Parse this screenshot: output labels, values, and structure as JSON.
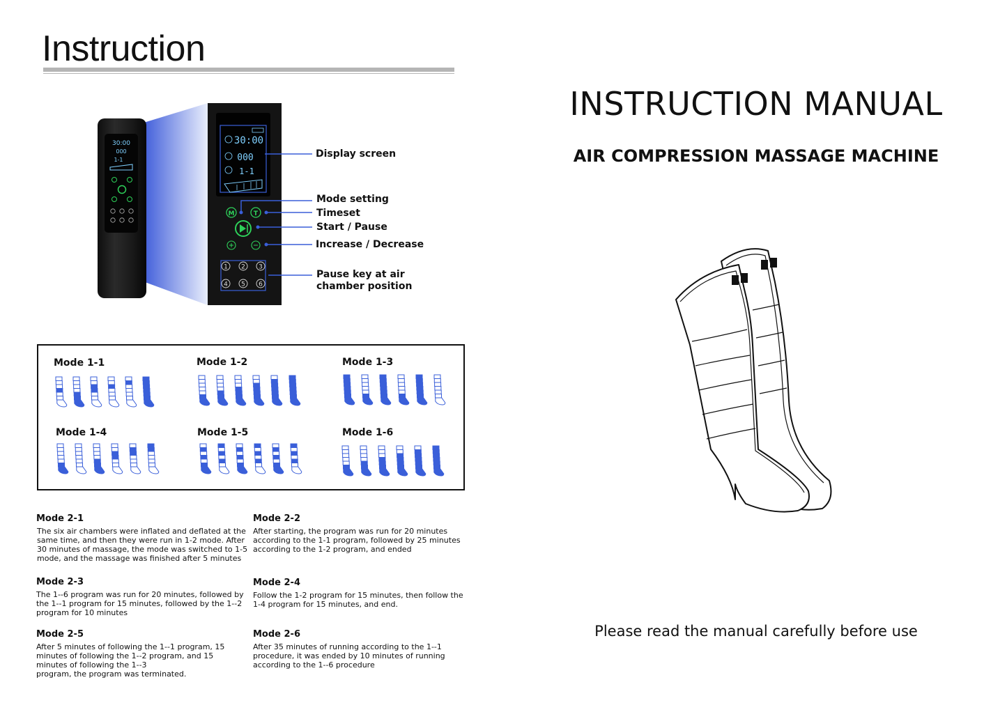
{
  "page": {
    "title": "Instruction",
    "manual_title": "INSTRUCTION MANUAL",
    "manual_subtitle": "AIR COMPRESSION MASSAGE MACHINE",
    "note": "Please read the manual carefully before use"
  },
  "device": {
    "lcd_time": "30:00",
    "lcd_pressure": "000",
    "lcd_mode": "1-1",
    "buttons": [
      "1",
      "2",
      "3",
      "4",
      "5",
      "6"
    ],
    "mode_key": "M",
    "time_key": "T"
  },
  "callouts": [
    {
      "label": "Display screen"
    },
    {
      "label": "Mode setting"
    },
    {
      "label": "Timeset"
    },
    {
      "label": "Start / Pause"
    },
    {
      "label": "Increase / Decrease"
    },
    {
      "label": "Pause key at air"
    },
    {
      "label": "chamber position"
    }
  ],
  "modes": [
    {
      "label": "Mode 1-1"
    },
    {
      "label": "Mode 1-2"
    },
    {
      "label": "Mode 1-3"
    },
    {
      "label": "Mode 1-4"
    },
    {
      "label": "Mode 1-5"
    },
    {
      "label": "Mode 1-6"
    }
  ],
  "descriptions": [
    {
      "title": "Mode 2-1",
      "text": "The six air chambers were inflated and deflated at the\nsame time, and then they were run in 1-2 mode. After\n30 minutes of massage, the mode was switched to 1-5\nmode, and the massage was finished after 5 minutes"
    },
    {
      "title": "Mode 2-2",
      "text": "After starting, the program was run for 20 minutes\naccording to the 1-1 program, followed by 25 minutes\naccording to the 1-2 program, and ended"
    },
    {
      "title": "Mode 2-3",
      "text": "The 1--6 program was run for 20 minutes, followed by\nthe 1--1 program for 15 minutes, followed by the 1--2\nprogram for 10 minutes"
    },
    {
      "title": "Mode 2-4",
      "text": "Follow the 1-2 program for 15 minutes, then follow the\n1-4 program for 15 minutes, and end."
    },
    {
      "title": "Mode 2-5",
      "text": "After 5 minutes of following the 1--1 program, 15\nminutes of following the 1--2 program, and 15\nminutes of following the 1--3\nprogram, the program was terminated."
    },
    {
      "title": "Mode 2-6",
      "text": "After 35 minutes of running according to the 1--1\nprocedure, it was ended by 10 minutes of running\naccording to the 1--6 procedure"
    }
  ],
  "colors": {
    "accent_blue": "#3a5fd9",
    "device_black": "#1c1c1c",
    "lcd_cyan": "#7fd0ff",
    "button_green": "#2ed15a"
  }
}
